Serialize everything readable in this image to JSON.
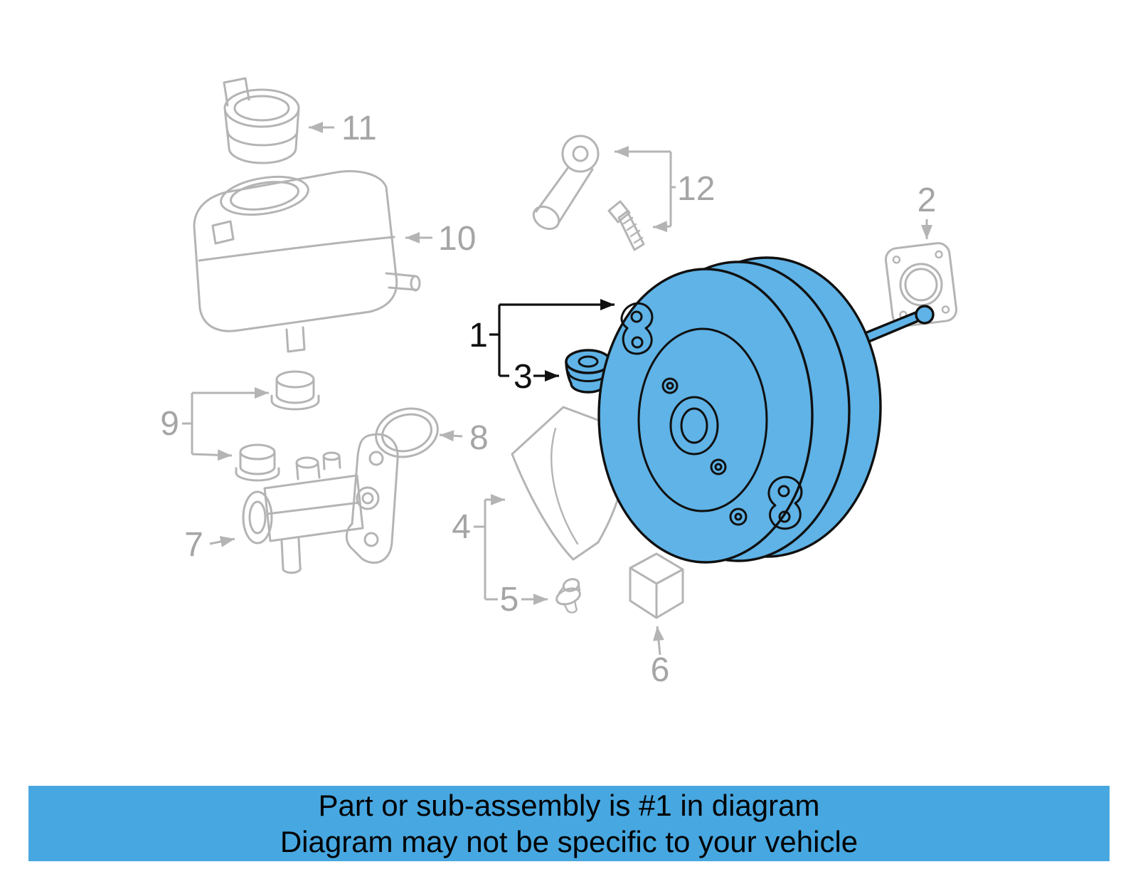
{
  "banner": {
    "line1": "Part or sub-assembly is #1 in diagram",
    "line2": "Diagram may not be specific to your vehicle"
  },
  "colors": {
    "background": "#ffffff",
    "banner_bg": "#47a7e0",
    "highlight_fill": "#5fb3e6",
    "ink": "#101010",
    "lineart": "#b4b4b4",
    "label_gray": "#a5a5a5"
  },
  "parts": [
    {
      "number": "1",
      "highlighted": true
    },
    {
      "number": "2",
      "highlighted": false
    },
    {
      "number": "3",
      "highlighted": true
    },
    {
      "number": "4",
      "highlighted": false
    },
    {
      "number": "5",
      "highlighted": false
    },
    {
      "number": "6",
      "highlighted": false
    },
    {
      "number": "7",
      "highlighted": false
    },
    {
      "number": "8",
      "highlighted": false
    },
    {
      "number": "9",
      "highlighted": false
    },
    {
      "number": "10",
      "highlighted": false
    },
    {
      "number": "11",
      "highlighted": false
    },
    {
      "number": "12",
      "highlighted": false
    }
  ]
}
